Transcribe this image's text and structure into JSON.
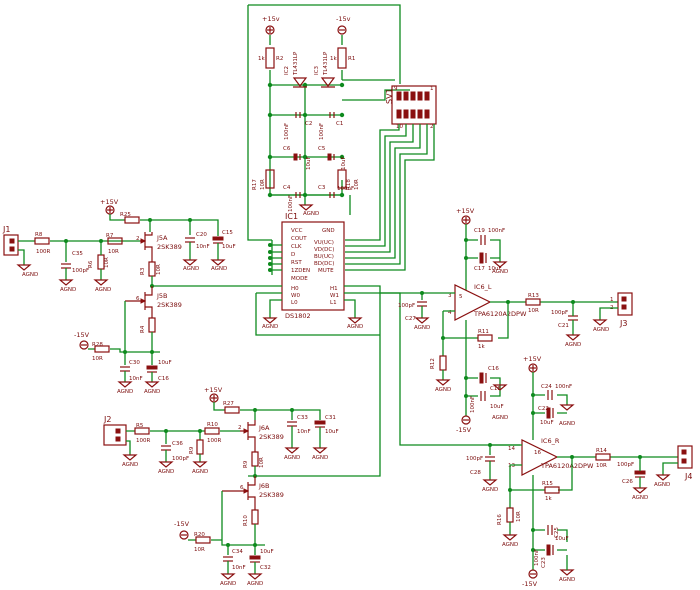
{
  "labels": {
    "p15_top": "+15v",
    "m15_top": "-15v",
    "r2_val": "1k",
    "r2_ref": "R2",
    "r1_val": "1k",
    "r1_ref": "R1",
    "ic2": "IC2",
    "ic2_part": "TL431LP",
    "ic3": "IC3",
    "ic3_part": "TL431LP",
    "c2": "C2",
    "c2_val": "100nF",
    "c1": "C1",
    "c1_val": "100nF",
    "c6": "C6",
    "c6_val": "10uF",
    "c5": "C5",
    "c5_val": "10uF",
    "c4": "C4",
    "c4_val": "100nF",
    "c3": "C3",
    "c3_val": "100nF",
    "r17": "R17",
    "r17_val": "10R",
    "r18": "R18",
    "r18_val": "10R",
    "agnd_ic1": "AGND",
    "sv1": "SV1",
    "sv_pin9": "9",
    "sv_pin10": "10",
    "sv_pin1": "1",
    "sv_pin2": "2",
    "ic1": "IC1",
    "ic1_part": "DS1802",
    "ic1_vcc": "VCC",
    "ic1_cout": "COUT",
    "ic1_clk": "CLK",
    "ic1_d": "D",
    "ic1_rst": "RST",
    "ic1_zden": "1ZDEN",
    "ic1_mode": "MODE",
    "ic1_h0": "H0",
    "ic1_w0": "W0",
    "ic1_l0": "L0",
    "ic1_gnd": "GND",
    "ic1_vu_uc": "VU(UC)",
    "ic1_vd_dc": "VD(DC)",
    "ic1_bu_uc": "BU(UC)",
    "ic1_bd_dc": "BD(DC)",
    "ic1_mute": "MUTE",
    "ic1_h1": "H1",
    "ic1_w1": "W1",
    "ic1_l1": "L1",
    "j1": "J1",
    "r8": "R8",
    "r8_val": "100R",
    "c35": "C35",
    "c35_val": "100pF",
    "agnd": "AGND",
    "p15_a": "+15V",
    "r25": "R25",
    "r7": "R7",
    "r7_val": "10R",
    "r3": "R3",
    "r3_val": "10R",
    "r6": "R6",
    "r6_val": "10R",
    "j5a": "J5A",
    "j5a_part": "2SK389",
    "c20": "C20",
    "c20_val": "10nF",
    "c15": "C15",
    "c15_val": "10uF",
    "r5_ref": "R5",
    "j5b": "J5B",
    "j5b_part": "2SK389",
    "r4": "R4",
    "m15_a": "-15V",
    "r28": "R28",
    "r28_val": "10R",
    "c30": "C30",
    "c30_val": "10nF",
    "c16": "C16",
    "c16_val": "10uF",
    "pin1": "1",
    "pin2": "2",
    "pin3": "3",
    "pin4": "4",
    "pin5": "5",
    "pin6": "6",
    "ic6l": "IC6_L",
    "ic6l_part": "TPA6120A2DPW",
    "p15_b": "+15V",
    "c19": "C19",
    "c19_val": "100nF",
    "c17": "C17",
    "c17_val": "10uF",
    "c27": "C27",
    "c27_val": "100pF",
    "r12": "R12",
    "r12_val": "10R",
    "r13": "R13",
    "r13_val": "10R",
    "c21": "C21",
    "c21_val": "100pF",
    "j3": "J3",
    "r11": "R11",
    "r11_val": "1k",
    "c18": "C18",
    "c18_val": "100nF",
    "c16b": "C16",
    "c16b_val": "10uF",
    "m15_b": "-15V",
    "p15_c": "+15V",
    "c24": "C24",
    "c24_val": "100nF",
    "c22": "C22",
    "c22_val": "10uF",
    "ic6r": "IC6_R",
    "ic6r_part": "TPA6120A2DPW",
    "c28": "C28",
    "c28_val": "100pF",
    "r14": "R14",
    "r14_val": "10R",
    "c26": "C26",
    "c26_val": "100pF",
    "j4": "J4",
    "r15": "R15",
    "r15_val": "1k",
    "r16": "R16",
    "r16_val": "10R",
    "c25": "C25",
    "c25_val": "100nF",
    "c23": "C23",
    "c23_val": "10uF",
    "m15_c": "-15V",
    "pin16": "16",
    "pin15": "15",
    "pin14": "14",
    "pin12": "12",
    "pin11": "11",
    "pin13": "13",
    "j2": "J2",
    "r_j2": "R5",
    "r_j2_val": "100R",
    "c36": "C36",
    "c36_val": "100pF",
    "p15_d": "+15V",
    "r27": "R27",
    "r10": "R10",
    "r10_val": "100R",
    "r9": "R9",
    "r9_val": "10R",
    "c33": "C33",
    "c33_val": "10nF",
    "c31": "C31",
    "c31_val": "10uF",
    "j6a": "J6A",
    "j6a_part": "2SK389",
    "j6b": "J6B",
    "j6b_part": "2SK389",
    "r10b": "R10",
    "m15_d": "-15V",
    "r20": "R20",
    "r20_val": "10R",
    "c34": "C34",
    "c34_val": "10nF",
    "c32": "C32",
    "c32_val": "10uF"
  }
}
